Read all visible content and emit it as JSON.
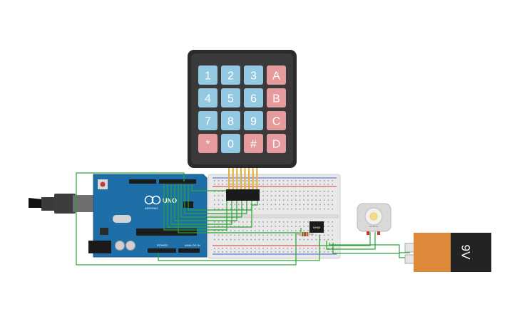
{
  "keypad": {
    "keys": [
      "1",
      "2",
      "3",
      "A",
      "4",
      "5",
      "6",
      "B",
      "7",
      "8",
      "9",
      "C",
      "*",
      "0",
      "#",
      "D"
    ],
    "number_color": "#93c9e3",
    "letter_color": "#e59a9e",
    "frame_color": "#2a2a2a"
  },
  "arduino": {
    "brand": "ARDUINO",
    "model": "UNO",
    "power_label": "POWER",
    "analog_label": "ANALOG IN",
    "board_color": "#1e6fa8"
  },
  "driver_chip": {
    "label": "NH65"
  },
  "battery": {
    "label": "9V",
    "body_color": "#dc8a3a",
    "cap_color": "#222222"
  },
  "motor": {
    "label": "DC Motor"
  },
  "wire_color": "#2aa336",
  "background": "#ffffff"
}
